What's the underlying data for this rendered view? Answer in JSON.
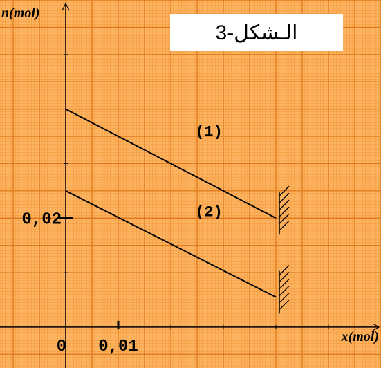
{
  "chart_data": {
    "type": "line",
    "title_box": "الـشكل-3",
    "xlabel": "x(mol)",
    "ylabel": "n(mol)",
    "origin_label": "0",
    "x_tick_label": "0,01",
    "y_tick_label": "0,02",
    "xlim": [
      -0.0125,
      0.06
    ],
    "ylim": [
      -0.0075,
      0.06
    ],
    "series": [
      {
        "name": "(1)",
        "x": [
          0,
          0.04
        ],
        "y": [
          0.04,
          0.02
        ]
      },
      {
        "name": "(2)",
        "x": [
          0,
          0.04
        ],
        "y": [
          0.025,
          0.0055
        ]
      }
    ],
    "grid": true,
    "colors": {
      "paper": "#fdb462",
      "grid_fine": "#f39a3c",
      "grid_major": "#e07a1c",
      "ink": "#000000"
    }
  }
}
